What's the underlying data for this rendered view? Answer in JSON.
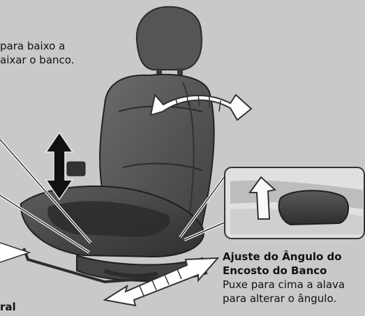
{
  "captions": {
    "top_left": {
      "line1": "para baixo a",
      "line2": "aixar o banco."
    },
    "backrest": {
      "title_line1": "Ajuste do Ângulo do",
      "title_line2": "Encosto do Banco",
      "body_line1": "Puxe para cima a alava",
      "body_line2": "para alterar o ângulo."
    },
    "bottom_left": "ral"
  },
  "colors": {
    "background": "#c9c9c9",
    "seat_dark": "#4a4a4a",
    "seat_mid": "#5d5d5d",
    "arrow_fill": "#ffffff",
    "arrow_stroke": "#222222"
  }
}
